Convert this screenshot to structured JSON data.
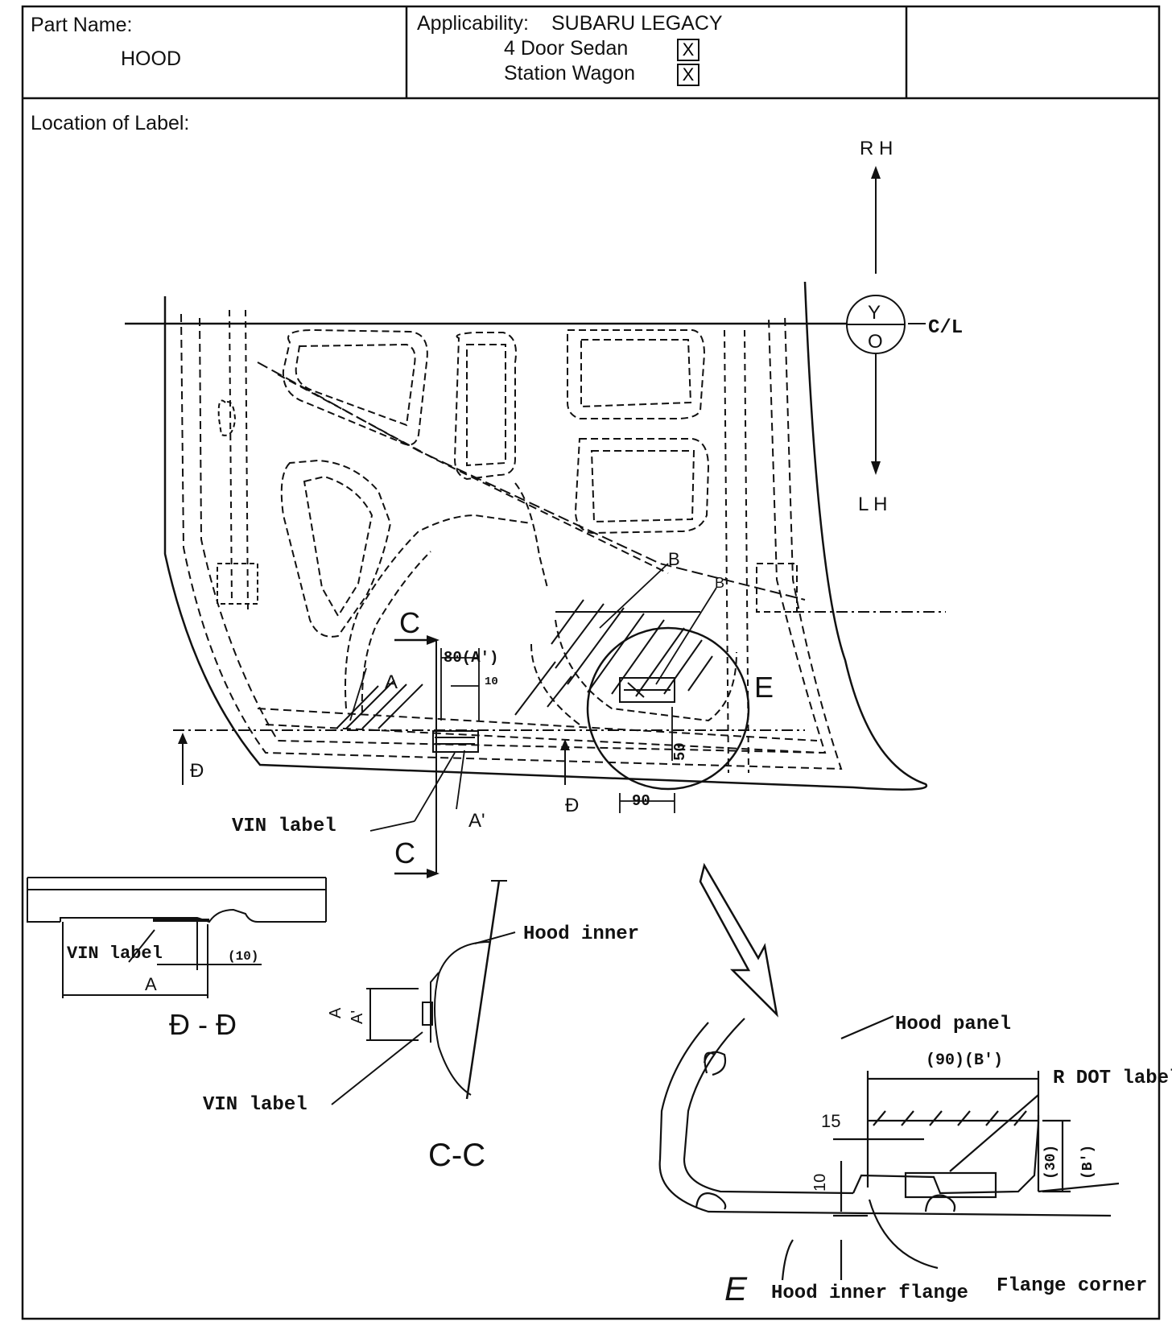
{
  "header": {
    "part_name_label": "Part Name:",
    "part_name": "HOOD",
    "applicability_label": "Applicability:",
    "applicability_model": "SUBARU LEGACY",
    "variants": [
      {
        "label": "4 Door Sedan",
        "checked": "X"
      },
      {
        "label": "Station Wagon",
        "checked": "X"
      }
    ]
  },
  "location_label": "Location of Label:",
  "orientation": {
    "top": "R H",
    "bottom": "L H",
    "circle_top": "Y",
    "circle_bottom": "O",
    "centerline": "C/L"
  },
  "main_view": {
    "section_c": "C",
    "section_d": "Đ",
    "marker_a": "A",
    "marker_a_prime": "A'",
    "marker_b": "B",
    "marker_b_prime": "B'",
    "dim_80": "80(A')",
    "dim_10": "10",
    "dim_50": "50",
    "dim_90": "90",
    "detail_e": "E",
    "vin_label": "VIN label"
  },
  "section_dd": {
    "vin_label": "VIN label",
    "marker_a": "A",
    "dim_10": "(10)",
    "title": "Đ - Đ"
  },
  "section_cc": {
    "hood_inner": "Hood inner",
    "vin_label": "VIN label",
    "marker_a": "A",
    "marker_a_prime": "A'",
    "title": "C-C"
  },
  "detail_e": {
    "hood_panel": "Hood panel",
    "dim_top": "(90)(B')",
    "r_dot_label": "R DOT label",
    "dim_15": "15",
    "dim_10": "10",
    "dim_30": "(30)",
    "dim_b": "(B')",
    "letter": "E",
    "hood_inner_flange": "Hood inner flange",
    "flange_corner": "Flange corner"
  }
}
